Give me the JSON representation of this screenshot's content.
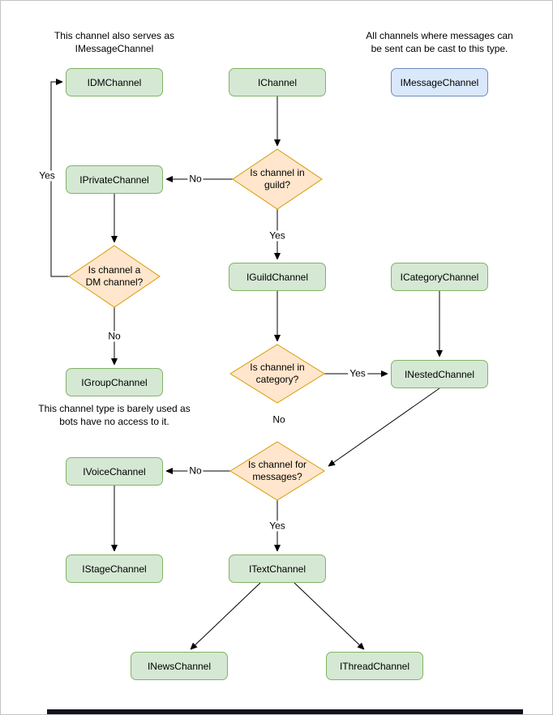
{
  "diagram": {
    "colors": {
      "node_fill": "#d5e8d4",
      "node_stroke": "#82b366",
      "highlight_fill": "#dae8fc",
      "highlight_stroke": "#6c8ebf",
      "decision_fill": "#ffe6cc",
      "decision_stroke": "#d79b00"
    },
    "annotations": {
      "dm_note": "This channel also serves as\nIMessageChannel",
      "cast_note": "All channels where messages can\nbe sent can be cast to this type.",
      "group_note": "This channel type is barely used as\nbots have no access to it."
    },
    "nodes": {
      "idm": "IDMChannel",
      "ichannel": "IChannel",
      "imessage": "IMessageChannel",
      "iprivate": "IPrivateChannel",
      "iguild": "IGuildChannel",
      "icategory": "ICategoryChannel",
      "inested": "INestedChannel",
      "igroup": "IGroupChannel",
      "ivoice": "IVoiceChannel",
      "istage": "IStageChannel",
      "itext": "ITextChannel",
      "inews": "INewsChannel",
      "ithread": "IThreadChannel"
    },
    "decisions": {
      "in_guild": "Is channel in\nguild?",
      "is_dm": "Is channel a\nDM channel?",
      "in_category": "Is channel in\ncategory?",
      "for_messages": "Is channel for\nmessages?"
    },
    "edge_labels": {
      "guild_no": "No",
      "guild_yes": "Yes",
      "dm_yes": "Yes",
      "dm_no": "No",
      "category_yes": "Yes",
      "category_no": "No",
      "messages_no": "No",
      "messages_yes": "Yes"
    }
  }
}
